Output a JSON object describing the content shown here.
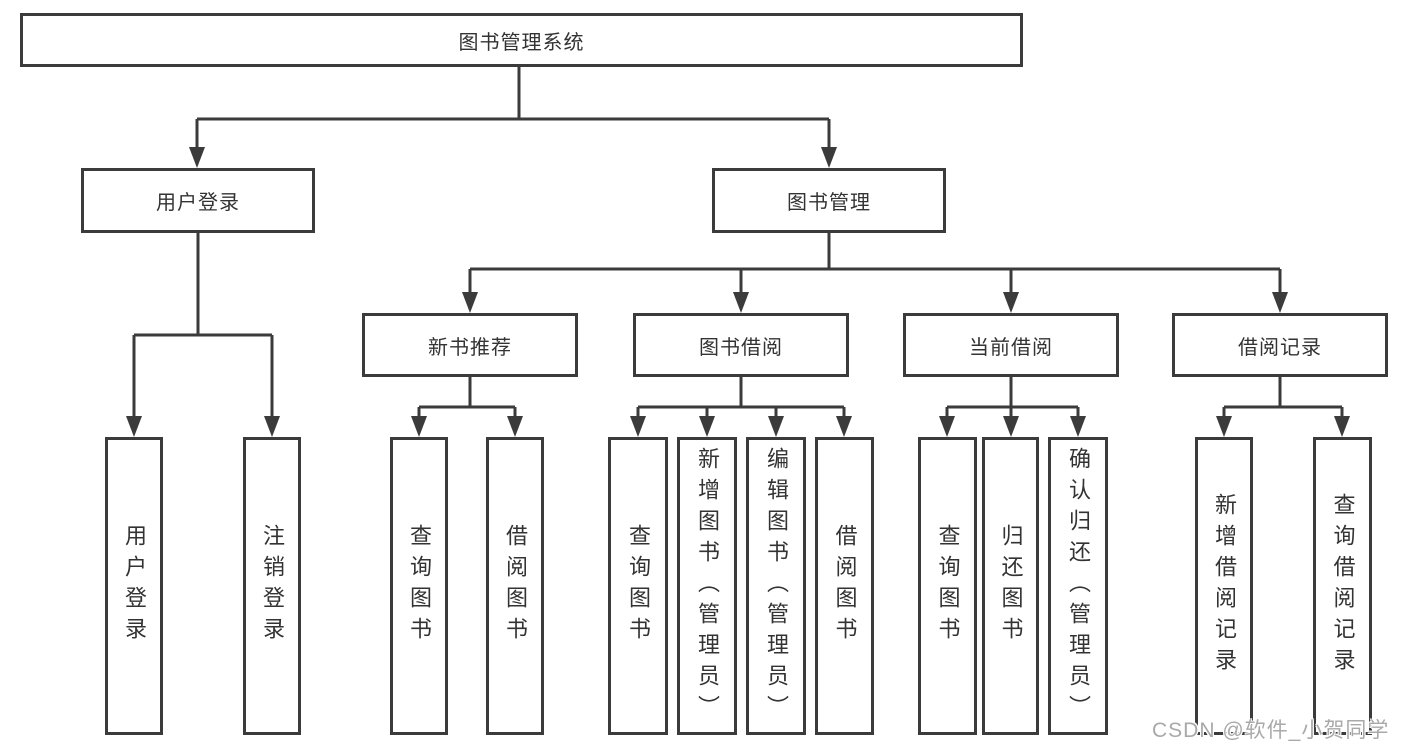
{
  "colors": {
    "background": "#ffffff",
    "line": "#3b3b3b",
    "box_border": "#3b3b3b",
    "text": "#333333",
    "watermark": "#a9a9a9"
  },
  "watermark": {
    "text": "CSDN @软件_小贺同学"
  },
  "tree": {
    "label": "图书管理系统",
    "children": [
      {
        "label": "用户登录",
        "children": [
          {
            "label": "用户登录"
          },
          {
            "label": "注销登录"
          }
        ]
      },
      {
        "label": "图书管理",
        "children": [
          {
            "label": "新书推荐",
            "children": [
              {
                "label": "查询图书"
              },
              {
                "label": "借阅图书"
              }
            ]
          },
          {
            "label": "图书借阅",
            "children": [
              {
                "label": "查询图书"
              },
              {
                "label": "新增图书（管理员）"
              },
              {
                "label": "编辑图书（管理员）"
              },
              {
                "label": "借阅图书"
              }
            ]
          },
          {
            "label": "当前借阅",
            "children": [
              {
                "label": "查询图书"
              },
              {
                "label": "归还图书"
              },
              {
                "label": "确认归还（管理员）"
              }
            ]
          },
          {
            "label": "借阅记录",
            "children": [
              {
                "label": "新增借阅记录"
              },
              {
                "label": "查询借阅记录"
              }
            ]
          }
        ]
      }
    ]
  }
}
